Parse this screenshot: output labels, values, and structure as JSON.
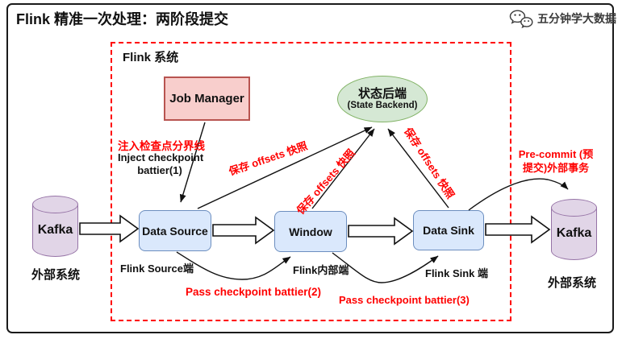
{
  "header": {
    "title": "Flink 精准一次处理：两阶段提交",
    "brand": "五分钟学大数据"
  },
  "system": {
    "label": "Flink 系统"
  },
  "nodes": {
    "job_manager": {
      "label": "Job Manager"
    },
    "state_backend": {
      "title": "状态后端",
      "subtitle": "(State Backend)"
    },
    "data_source": {
      "label": "Data Source",
      "caption": "Flink Source端"
    },
    "window": {
      "label": "Window",
      "caption": "Flink内部端"
    },
    "data_sink": {
      "label": "Data Sink",
      "caption": "Flink Sink 端"
    },
    "kafka_left": {
      "label": "Kafka",
      "caption": "外部系统"
    },
    "kafka_right": {
      "label": "Kafka",
      "caption": "外部系统"
    }
  },
  "annotations": {
    "inject_checkpoint_cn": "注入检查点分界线",
    "inject_checkpoint_en1": "Inject checkpoint",
    "inject_checkpoint_en2": "battier(1)",
    "save_offsets_source": "保存 offsets 快照",
    "save_offsets_window": "保存 offsets 快照",
    "save_offsets_sink": "保存 offsets 快照",
    "pre_commit_1": "Pre-commit (预",
    "pre_commit_2": "提交)外部事务",
    "pass_checkpoint_2": "Pass checkpoint battier(2)",
    "pass_checkpoint_3": "Pass checkpoint battier(3)"
  },
  "colors": {
    "accent_red": "#ff0000",
    "job_manager_fill": "#f8cecc",
    "job_manager_border": "#b85450",
    "process_fill": "#dae8fc",
    "process_border": "#6c8ebf",
    "state_backend_fill": "#d5e8d4",
    "state_backend_border": "#82b366",
    "kafka_fill": "#e1d5e7",
    "kafka_border": "#9673a6"
  }
}
